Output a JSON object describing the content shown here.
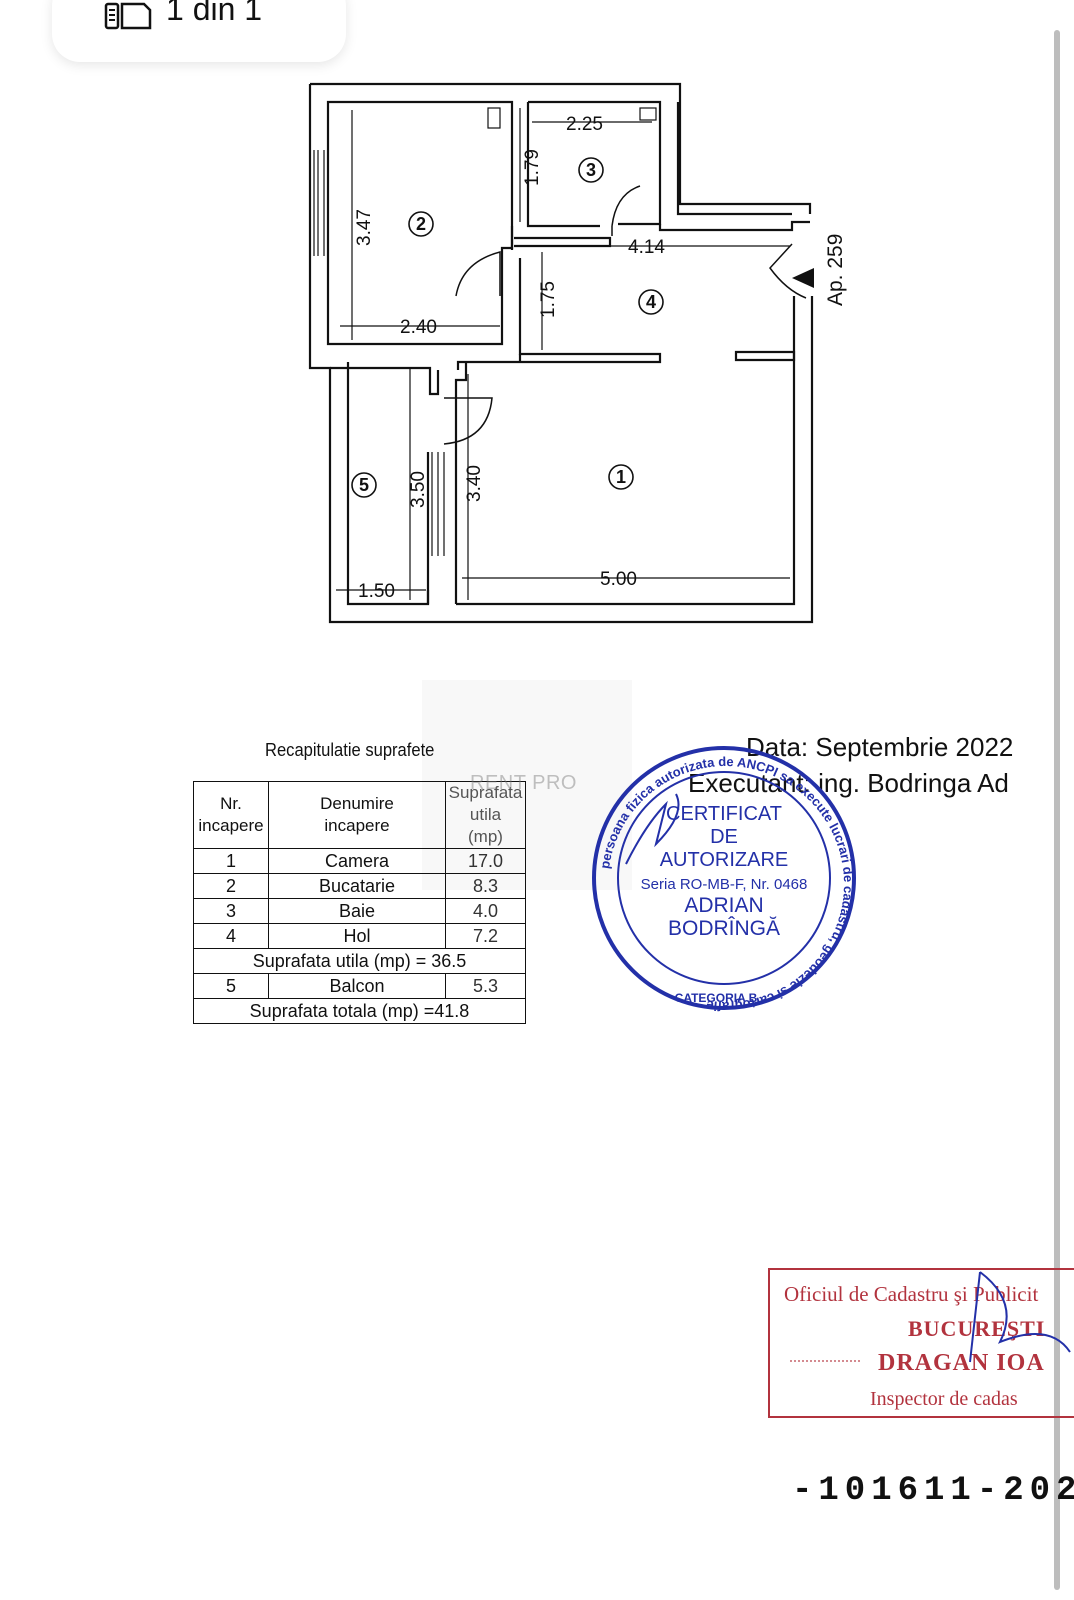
{
  "viewer": {
    "page_indicator": "1 din 1",
    "page_icon": "document-icon"
  },
  "plan": {
    "dimensions": {
      "d_225": "2.25",
      "d_179": "1.79",
      "d_347": "3.47",
      "d_414": "4.14",
      "d_175": "1.75",
      "d_240": "2.40",
      "d_350": "3.50",
      "d_340": "3.40",
      "d_150": "1.50",
      "d_500": "5.00"
    },
    "room_numbers": {
      "r1": "1",
      "r2": "2",
      "r3": "3",
      "r4": "4",
      "r5": "5"
    },
    "apartment_label": "Ap. 259"
  },
  "table": {
    "title": "Recapitulatie suprafete",
    "headers": {
      "nr_line1": "Nr.",
      "nr_line2": "incapere",
      "name_line1": "Denumire",
      "name_line2": "incapere",
      "area_line1": "Suprafata",
      "area_line2": "utila",
      "area_line3": "(mp)"
    },
    "rows": [
      {
        "nr": "1",
        "name": "Camera",
        "area": "17.0"
      },
      {
        "nr": "2",
        "name": "Bucatarie",
        "area": "8.3"
      },
      {
        "nr": "3",
        "name": "Baie",
        "area": "4.0"
      },
      {
        "nr": "4",
        "name": "Hol",
        "area": "7.2"
      }
    ],
    "subtotal": "Suprafata utila (mp) = 36.5",
    "balcony": {
      "nr": "5",
      "name": "Balcon",
      "area": "5.3"
    },
    "total": "Suprafata totala (mp) =41.8"
  },
  "watermark": "RENT PRO",
  "info": {
    "date": "Data: Septembrie 2022",
    "executant": "Executant: ing. Bodringa Ad"
  },
  "stamp_blue": {
    "ring_text": "persoana fizica autorizata de ANCPI sa execute lucrari de cadastru, geodezie si cartografie",
    "line1": "CERTIFICAT",
    "line2": "DE",
    "line3": "AUTORIZARE",
    "line4": "Seria RO-MB-F, Nr. 0468",
    "line5": "ADRIAN",
    "line6": "BODRÎNGĂ",
    "category": "CATEGORIA B",
    "color": "#2330a8"
  },
  "stamp_red": {
    "line1": "Oficiul de Cadastru şi Publicit",
    "line2": "BUCUREŞTI",
    "line3": "DRAGAN IOA",
    "line4": "Inspector de cadas",
    "color": "#b2333e"
  },
  "serial": "-101611-202"
}
